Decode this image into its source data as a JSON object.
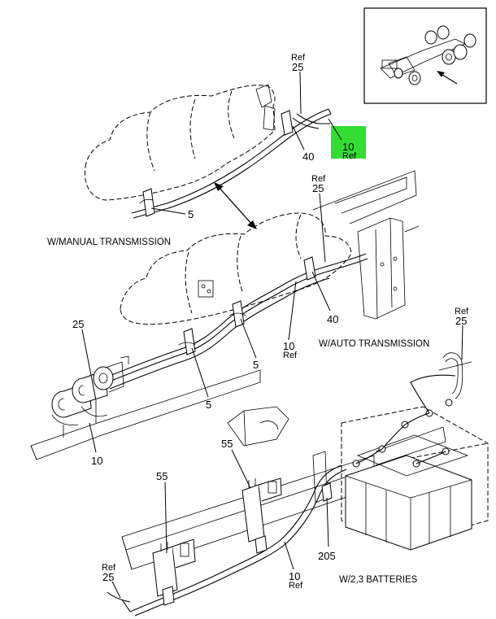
{
  "colors": {
    "highlight": "#33dd33",
    "line": "#000000",
    "background": "#ffffff"
  },
  "captions": {
    "manual": "W/MANUAL TRANSMISSION",
    "auto": "W/AUTO TRANSMISSION",
    "batteries": "W/2,3 BATTERIES"
  },
  "callouts": [
    {
      "id": "c-ref25-top",
      "ref": "Ref",
      "num": "25"
    },
    {
      "id": "c-40-top",
      "num": "40"
    },
    {
      "id": "c-10ref-highlight",
      "num": "10",
      "ref": "Ref"
    },
    {
      "id": "c-5-top",
      "num": "5"
    },
    {
      "id": "c-ref25-mid",
      "ref": "Ref",
      "num": "25"
    },
    {
      "id": "c-40-mid",
      "num": "40"
    },
    {
      "id": "c-10ref-mid",
      "num": "10",
      "ref": "Ref"
    },
    {
      "id": "c-5-mid-right",
      "num": "5"
    },
    {
      "id": "c-5-mid-lower",
      "num": "5"
    },
    {
      "id": "c-25-left",
      "num": "25"
    },
    {
      "id": "c-10-left",
      "num": "10"
    },
    {
      "id": "c-ref25-right",
      "ref": "Ref",
      "num": "25"
    },
    {
      "id": "c-55-upper",
      "num": "55"
    },
    {
      "id": "c-55-lower",
      "num": "55"
    },
    {
      "id": "c-205",
      "num": "205"
    },
    {
      "id": "c-10ref-bottom",
      "num": "10",
      "ref": "Ref"
    },
    {
      "id": "c-ref25-bottom",
      "ref": "Ref",
      "num": "25"
    }
  ]
}
